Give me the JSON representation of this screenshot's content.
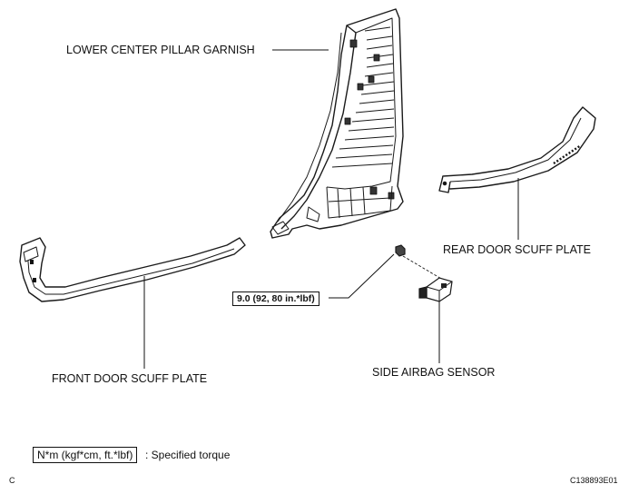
{
  "labels": {
    "lower_center_pillar_garnish": "LOWER CENTER PILLAR GARNISH",
    "rear_door_scuff_plate": "REAR DOOR SCUFF PLATE",
    "front_door_scuff_plate": "FRONT DOOR SCUFF PLATE",
    "side_airbag_sensor": "SIDE AIRBAG SENSOR"
  },
  "torque": {
    "value": "9.0 (92, 80 in.*lbf)"
  },
  "legend": {
    "unit": "N*m (kgf*cm, ft.*lbf)",
    "description": ": Specified torque"
  },
  "footer": {
    "section_letter": "C",
    "figure_code": "C138893E01"
  }
}
